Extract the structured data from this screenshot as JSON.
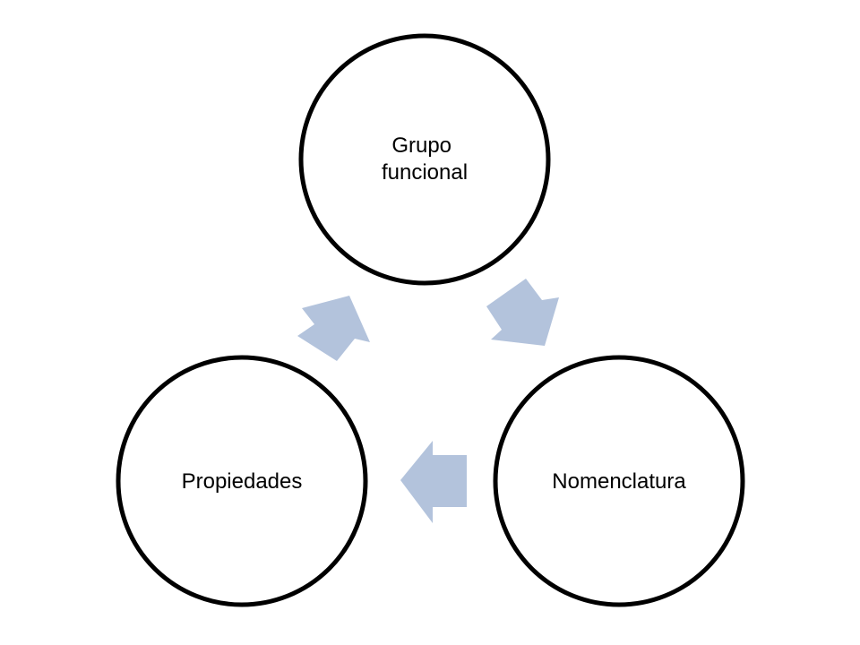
{
  "nodes": [
    {
      "id": "grupo",
      "label_lines": [
        "Grupo",
        "funcional"
      ]
    },
    {
      "id": "nomenclatura",
      "label": "Nomenclatura"
    },
    {
      "id": "propiedades",
      "label": "Propiedades"
    }
  ],
  "colors": {
    "arrow": "#b3c3dc",
    "circle_stroke": "#000000",
    "text": "#000000",
    "background": "#ffffff"
  }
}
